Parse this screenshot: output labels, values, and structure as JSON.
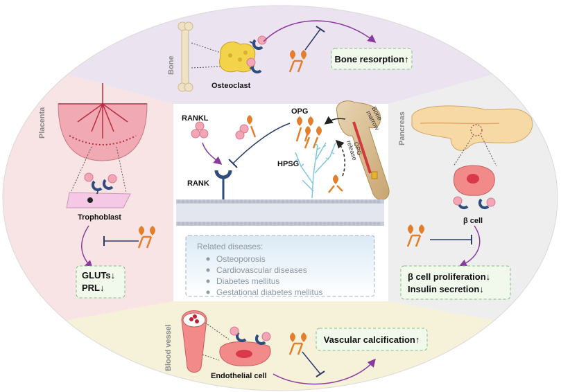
{
  "colors": {
    "bone_bg": "#ece3f1",
    "pancreas_bg": "#eeeeee",
    "vessel_bg": "#f6f1d9",
    "placenta_bg": "#f8e4e4",
    "opg": "#e17f2c",
    "rank": "#2f4c7e",
    "rankl": "#f2a6b6",
    "inhibit": "#2b3a66",
    "promote": "#8a3a9e",
    "box_border": "#7fbf7f",
    "box_fill": "#f1f8ec",
    "proteoglycan": "#7ec8de"
  },
  "bone": {
    "label": "Bone",
    "cell_label": "Osteoclast",
    "outcome": "Bone resorption↑"
  },
  "pancreas": {
    "label": "Pancreas",
    "cell_label": "β cell",
    "outcome_line1": "β cell proliferation↓",
    "outcome_line2": "Insulin secretion↓"
  },
  "vessel": {
    "label": "Blood vessel",
    "cell_label": "Endothelial cell",
    "outcome": "Vascular calcification↑"
  },
  "placenta": {
    "label": "Placenta",
    "cell_label": "Trophoblast",
    "outcome_line1": "GLUTs↓",
    "outcome_line2": "PRL↓"
  },
  "center": {
    "rankl_label": "RANKL",
    "rank_label": "RANK",
    "opg_label": "OPG",
    "hpsg_label": "HPSG",
    "bone_marrow_line1": "Bone",
    "bone_marrow_line2": "marrow",
    "opg_release_line1": "OPG",
    "opg_release_line2": "release"
  },
  "diseases": {
    "title": "Related diseases:",
    "items": [
      "Osteoporosis",
      "Cardiovascular diseases",
      "Diabetes mellitus",
      "Gestational diabetes mellitus"
    ]
  }
}
